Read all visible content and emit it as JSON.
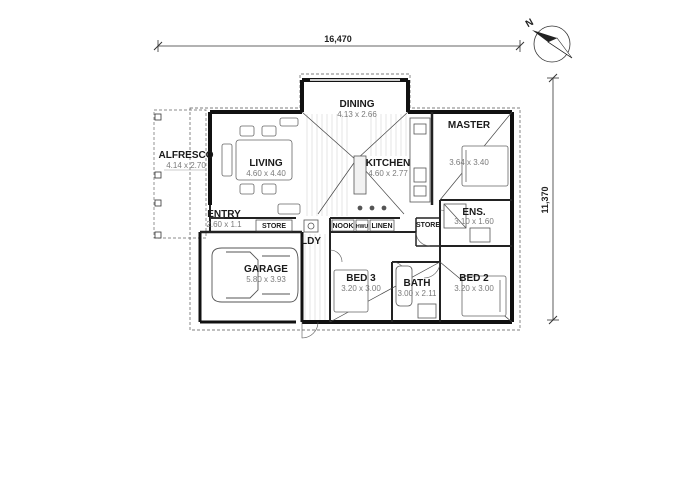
{
  "overall_dimensions": {
    "width": "16,470",
    "depth": "11,370"
  },
  "north": {
    "label": "N"
  },
  "rooms": {
    "alfresco": {
      "name": "ALFRESCO",
      "size": "4.14 x 2.70"
    },
    "living": {
      "name": "LIVING",
      "size": "4.60 x 4.40"
    },
    "dining": {
      "name": "DINING",
      "size": "4.13 x 2.66"
    },
    "kitchen": {
      "name": "KITCHEN",
      "size": "4.60 x 2.77"
    },
    "master": {
      "name": "MASTER",
      "size": "3.64 x 3.40"
    },
    "entry": {
      "name": "ENTRY",
      "size": "2.60 x 1.1"
    },
    "ens": {
      "name": "ENS.",
      "size": "3.10 x 1.60"
    },
    "garage": {
      "name": "GARAGE",
      "size": "5.80 x 3.93"
    },
    "bed3": {
      "name": "BED 3",
      "size": "3.20 x 3.00"
    },
    "bath": {
      "name": "BATH",
      "size": "3.00 x 2.11"
    },
    "bed2": {
      "name": "BED 2",
      "size": "3.20 x 3.00"
    }
  },
  "labels": {
    "store_a": "STORE",
    "store_b": "STORE",
    "ldy": "LDY",
    "nook": "NOOK",
    "linen": "LINEN",
    "hwu": "HWU"
  }
}
